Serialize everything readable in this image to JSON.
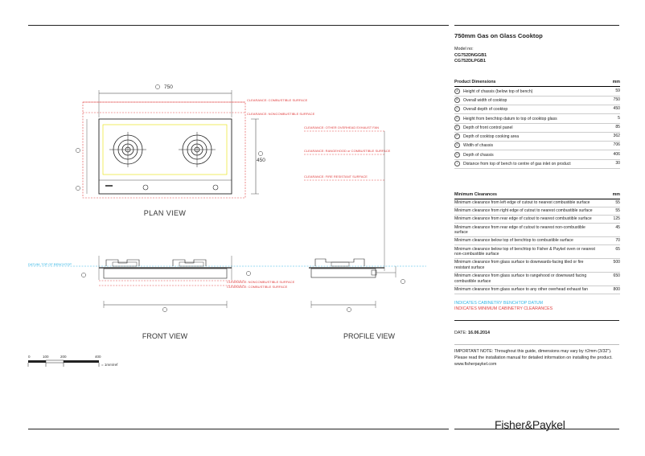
{
  "sheet": {
    "title": "750mm Gas on Glass Cooktop",
    "model_label": "Model no:",
    "models": [
      "CG752DNGGB1",
      "CG752DLPGB1"
    ],
    "brand": "Fisher&Paykel"
  },
  "views": {
    "plan": "PLAN VIEW",
    "front": "FRONT VIEW",
    "profile": "PROFILE VIEW"
  },
  "plan_dims": {
    "width": "750",
    "depth": "450"
  },
  "drawing_labels": {
    "clear_combustible": "CLEARANCE: COMBUSTIBLE SURFACE",
    "clear_noncombustible": "CLEARANCE: NONCOMBUSTIBLE SURFACE",
    "other_overhead": "CLEARANCE: OTHER OVERHEAD EXHAUST FAN",
    "rangehood": "CLEARANCE: RANGEHOOD or COMBUSTIBLE SURFACE",
    "fire_resistant": "CLEARANCE: FIRE RESISTANT SURFACE",
    "datum": "DATUM: TOP OF BENCHTOP",
    "front_noncomb": "CLEARANCE: NONCOMBUSTIBLE SURFACE",
    "front_comb": "CLEARANCE: COMBUSTIBLE SURFACE"
  },
  "scale": {
    "ticks": [
      "0",
      "100",
      "200",
      "400"
    ],
    "unit": "= 1mm/ref"
  },
  "product_dimensions": {
    "header": "Product Dimensions",
    "unit": "mm",
    "rows": [
      {
        "key": "A",
        "label": "Height of chassis (below top of bench)",
        "value": "59"
      },
      {
        "key": "B",
        "label": "Overall width of cooktop",
        "value": "750"
      },
      {
        "key": "C",
        "label": "Overall depth of cooktop",
        "value": "450"
      },
      {
        "key": "D",
        "label": "Height from benchtop datum to top of cooktop glass",
        "value": "5"
      },
      {
        "key": "E",
        "label": "Depth of front control panel",
        "value": "85"
      },
      {
        "key": "F",
        "label": "Depth of cooktop cooking area",
        "value": "362"
      },
      {
        "key": "G",
        "label": "Width of chassis",
        "value": "706"
      },
      {
        "key": "H",
        "label": "Depth of chassis",
        "value": "406"
      },
      {
        "key": "I",
        "label": "Distance from top of bench to centre of gas inlet on product",
        "value": "30"
      }
    ]
  },
  "minimum_clearances": {
    "header": "Minimum Clearances",
    "unit": "mm",
    "rows": [
      {
        "label": "Minimum clearance from left edge of cutout to nearest combustible surface",
        "value": "55"
      },
      {
        "label": "Minimum clearance from right edge of cutout to nearest combustible surface",
        "value": "55"
      },
      {
        "label": "Minimum clearance from rear edge of cutout to nearest combustible surface",
        "value": "125"
      },
      {
        "label": "Minimum clearance from rear edge of cutout to nearest non-combustible surface",
        "value": "45"
      },
      {
        "label": "Minimum clearance below top of benchtop to combustible surface",
        "value": "70"
      },
      {
        "label": "Minimum clearance below top of benchtop to Fisher & Paykel oven or nearest non-combustible surface",
        "value": "65"
      },
      {
        "label": "Minimum clearance from glass surface to downwards-facing tiled or fire resistant surface",
        "value": "500"
      },
      {
        "label": "Minimum clearance from glass surface to rangehood or downward facing combustible surface",
        "value": "650"
      },
      {
        "label": "Minimum clearance from glass surface to any other overhead exhaust fan",
        "value": "800"
      }
    ]
  },
  "legend": {
    "cyan": "INDICATES CABINETRY BENCHTOP DATUM",
    "red": "INDICATES MINIMUM CABINETRY CLEARANCES"
  },
  "date": {
    "label": "DATE:",
    "value": "16.06.2014"
  },
  "note": "IMPORTANT NOTE: Throughout this guide, dimensions may vary by ±2mm (3/32\"). Please read the installation manual for detailed information on installing the product. www.fisherpaykel.com",
  "colors": {
    "red": "#e04040",
    "cyan": "#33b5e5",
    "yellow": "#e8e000",
    "line": "#222222"
  }
}
